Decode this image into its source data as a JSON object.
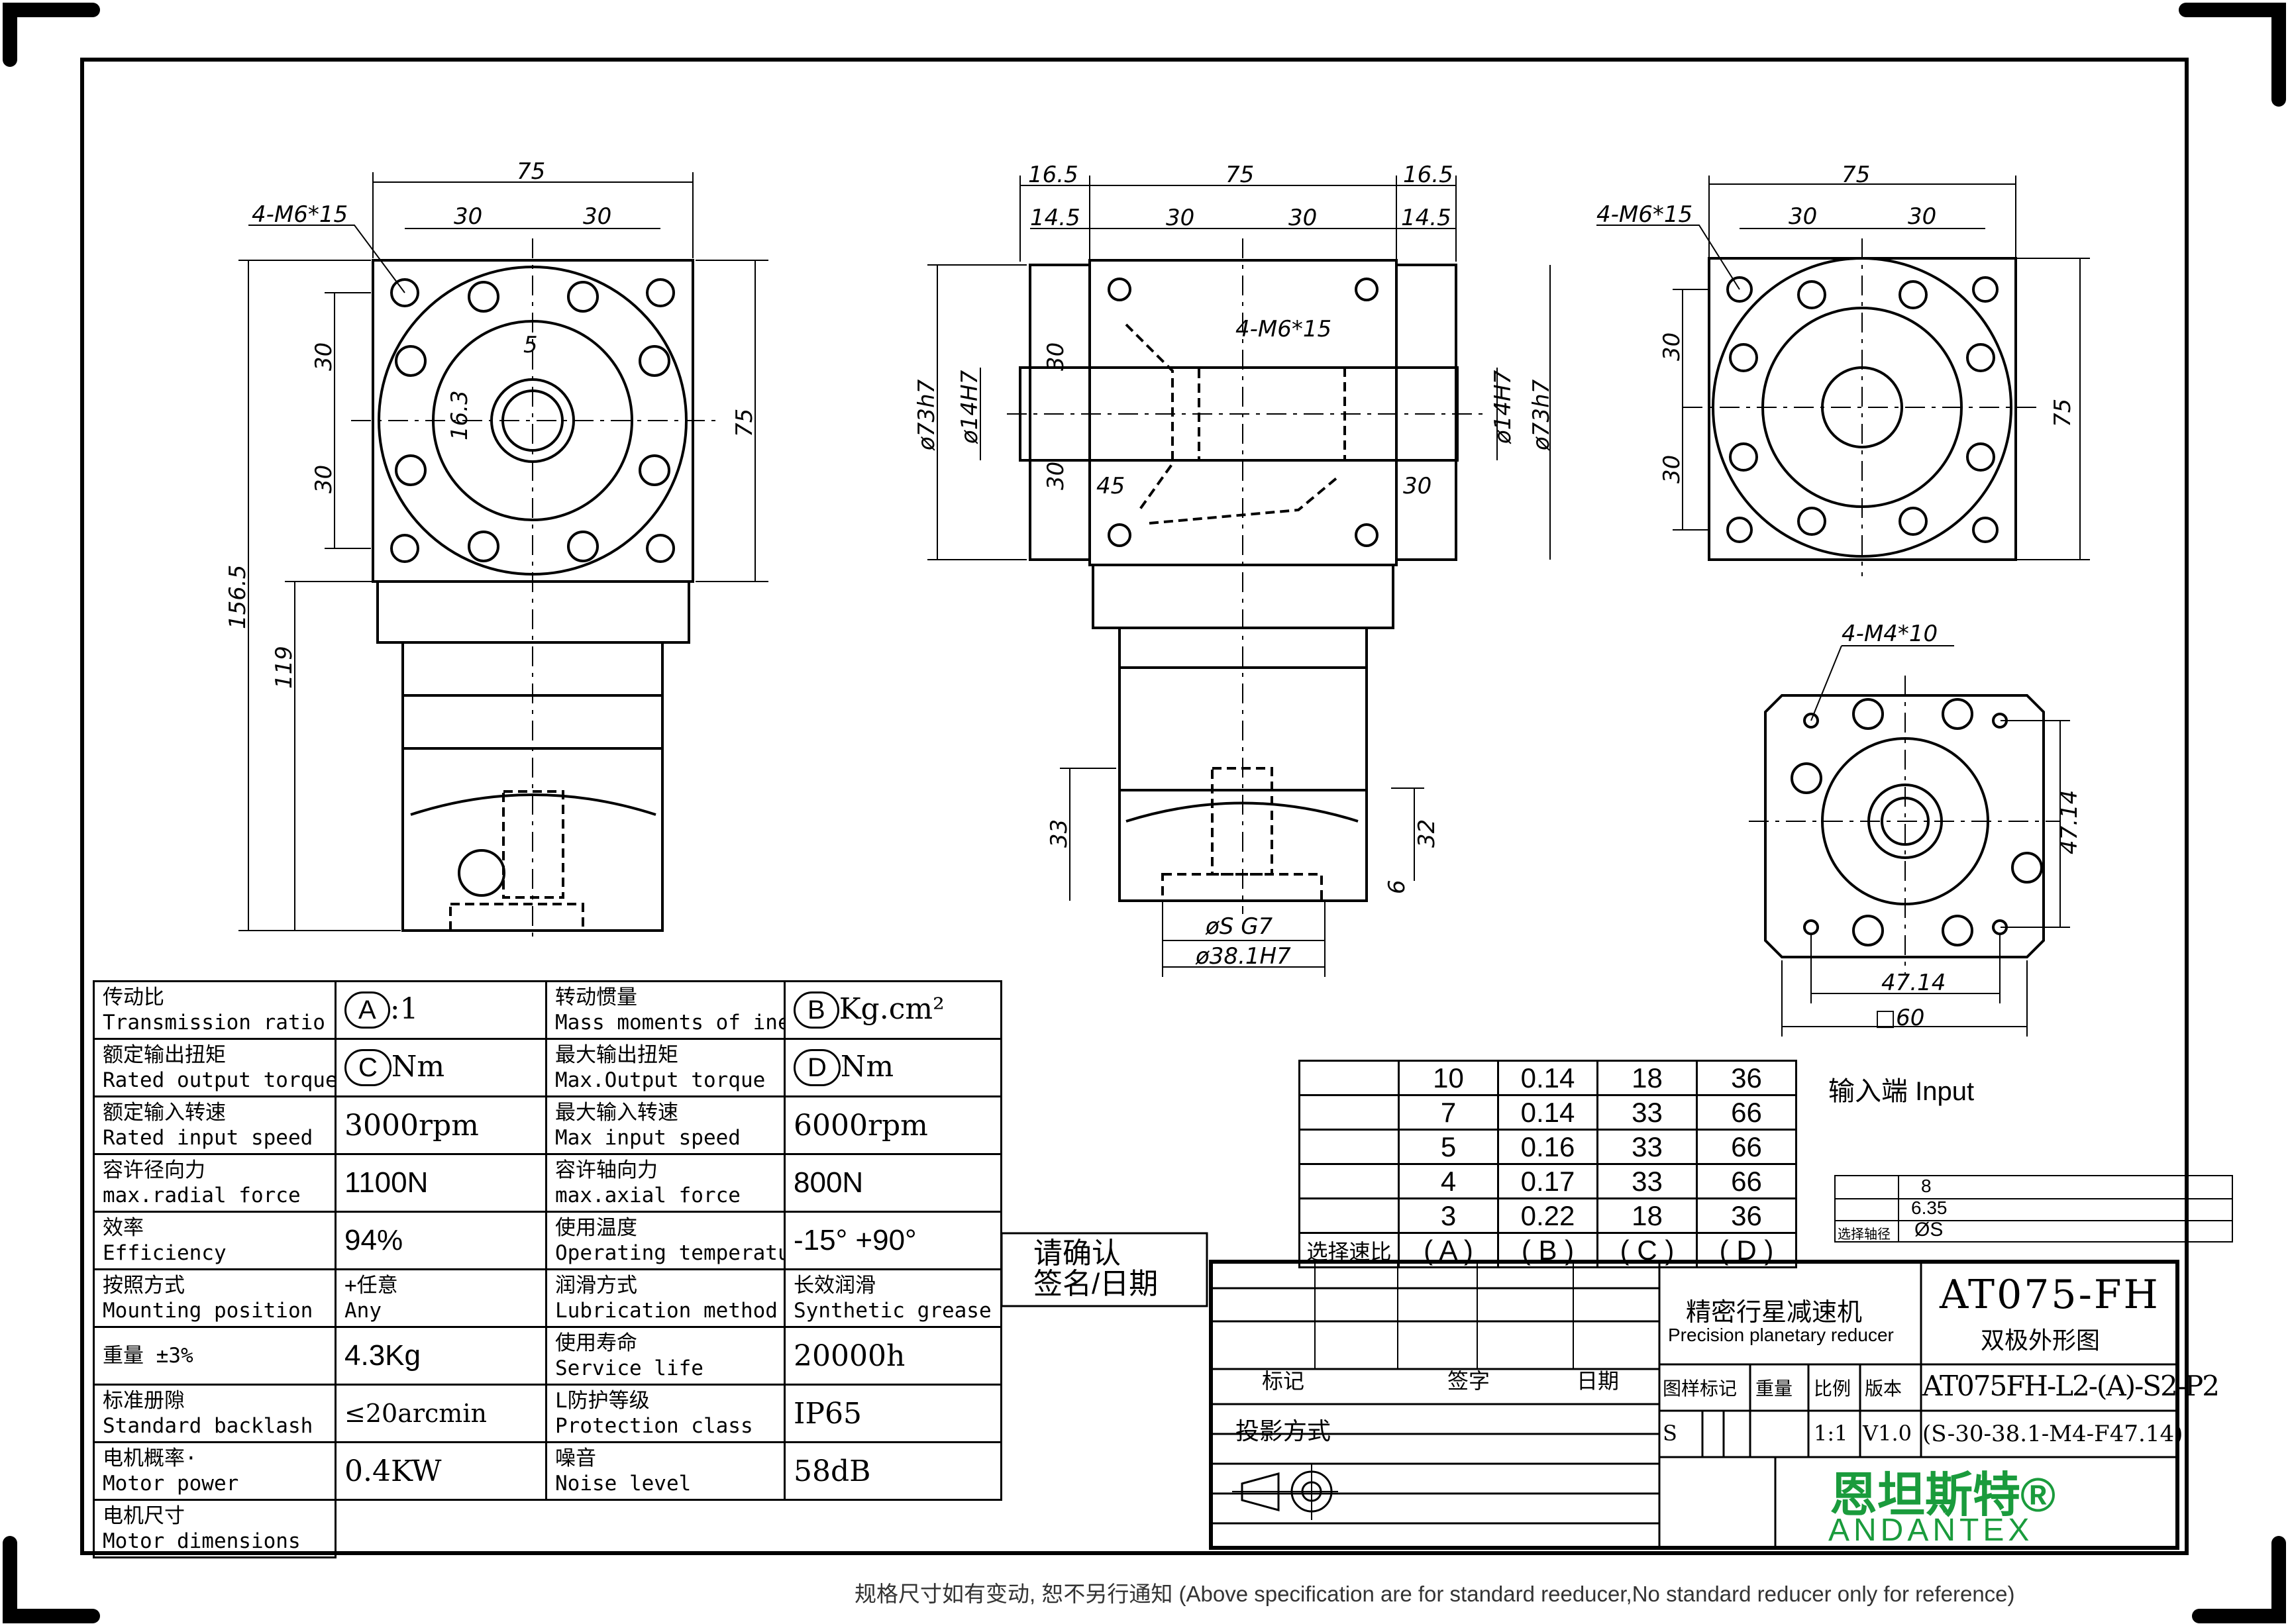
{
  "drawing": {
    "dims": {
      "v1_75": "75",
      "v1_30a": "30",
      "v1_30b": "30",
      "v1_hole": "4-M6*15",
      "v1_v30a": "30",
      "v1_v30b": "30",
      "v1_h75": "75",
      "v1_5": "5",
      "v1_163": "16.3",
      "v1_1565": "156.5",
      "v1_119": "119",
      "v2_165a": "16.5",
      "v2_75": "75",
      "v2_165b": "16.5",
      "v2_145a": "14.5",
      "v2_30a": "30",
      "v2_30b": "30",
      "v2_145b": "14.5",
      "v2_hole": "4-M6*15",
      "v2_73a": "ø73h7",
      "v2_14a": "ø14H7",
      "v2_14b": "ø14H7",
      "v2_73b": "ø73h7",
      "v2_30c": "30",
      "v2_30d": "30",
      "v2_45": "45",
      "v2_30e": "30",
      "v2_33": "33",
      "v2_32": "32",
      "v2_6": "6",
      "v2_s": "øS G7",
      "v2_381": "ø38.1H7",
      "v3_75": "75",
      "v3_hole": "4-M6*15",
      "v3_30a": "30",
      "v3_30b": "30",
      "v3_v30a": "30",
      "v3_v30b": "30",
      "v3_h75": "75",
      "v4_hole": "4-M4*10",
      "v4_4714v": "47.14",
      "v4_4714h": "47.14",
      "v4_60": "□60"
    }
  },
  "spec_table": {
    "rows": [
      {
        "l1_cn": "传动比",
        "l1_en": "Transmission ratio",
        "v1_box": "A",
        "v1_suffix": ":1",
        "l2_cn": "转动惯量",
        "l2_en": "Mass moments of inertia",
        "v2_box": "B",
        "v2_suffix": "Kg.cm²"
      },
      {
        "l1_cn": "额定输出扭矩",
        "l1_en": "Rated output torque",
        "v1_box": "C",
        "v1_suffix": "Nm",
        "l2_cn": "最大输出扭矩",
        "l2_en": "Max.Output torque",
        "v2_box": "D",
        "v2_suffix": "Nm"
      },
      {
        "l1_cn": "额定输入转速",
        "l1_en": "Rated input speed",
        "v1": "3000rpm",
        "l2_cn": "最大输入转速",
        "l2_en": "Max input speed",
        "v2": "6000rpm"
      },
      {
        "l1_cn": "容许径向力",
        "l1_en": "max.radial force",
        "v1": "1100N",
        "l2_cn": "容许轴向力",
        "l2_en": "max.axial force",
        "v2": "800N"
      },
      {
        "l1_cn": "效率",
        "l1_en": "Efficiency",
        "v1": "94%",
        "l2_cn": "使用温度",
        "l2_en": "Operating temperature",
        "v2": "-15° +90°"
      },
      {
        "l1_cn": "按照方式",
        "l1_en": "Mounting position",
        "v1a": "+任意",
        "v1b": "Any",
        "l2_cn": "润滑方式",
        "l2_en": "Lubrication method",
        "v2a": "长效润滑",
        "v2b": "Synthetic grease"
      },
      {
        "l1_cn": "重量 ±3%",
        "v1": "4.3Kg",
        "l2_cn": "使用寿命",
        "l2_en": "Service life",
        "v2": "20000h"
      },
      {
        "l1_cn": "标准册隙",
        "l1_en": "Standard backlash",
        "v1": "≤20arcmin",
        "l2_cn": "L防护等级",
        "l2_en": "Protection class",
        "v2": "IP65"
      },
      {
        "l1_cn": "电机概率·",
        "l1_en": "Motor power",
        "v1": "0.4KW",
        "l2_cn": "噪音",
        "l2_en": "Noise level",
        "v2": "58dB"
      },
      {
        "l1_cn": "电机尺寸",
        "l1_en": "Motor dimensions"
      }
    ]
  },
  "ratio_table": {
    "rows": [
      [
        "10",
        "0.14",
        "18",
        "36"
      ],
      [
        "7",
        "0.14",
        "33",
        "66"
      ],
      [
        "5",
        "0.16",
        "33",
        "66"
      ],
      [
        "4",
        "0.17",
        "33",
        "66"
      ],
      [
        "3",
        "0.22",
        "18",
        "36"
      ]
    ],
    "footer_label": "选择速比",
    "footer": [
      "( A )",
      "( B )",
      "( C )",
      "( D )"
    ]
  },
  "input_label": "输入端 Input",
  "mini_table": {
    "r1": "8",
    "r2": "6.35",
    "r3_label": "选择轴径",
    "r3": "ØS"
  },
  "confirm": {
    "line1": "请确认",
    "line2": "签名/日期"
  },
  "title_block": {
    "product_cn": "精密行星减速机",
    "product_en": "Precision planetary reducer",
    "model": "AT075-FH",
    "drawing_name": "双极外形图",
    "mark": "标记",
    "sign": "签字",
    "date": "日期",
    "proj": "投影方式",
    "h_mark": "图样标记",
    "h_weight": "重量",
    "h_scale": "比例",
    "h_version": "版本",
    "code1": "AT075FH-L2-(A)-S2-P2",
    "code2": "(S-30-38.1-M4-F47.14)",
    "s": "S",
    "scale": "1:1",
    "version": "V1.0",
    "brand_cn": "恩坦斯特®",
    "brand_en": "ANDANTEX"
  },
  "footer_note": "规格尺寸如有变动, 恕不另行通知 (Above specification are for standard reeducer,No standard reducer only for reference)",
  "colors": {
    "brand": "#1a9b3c"
  }
}
